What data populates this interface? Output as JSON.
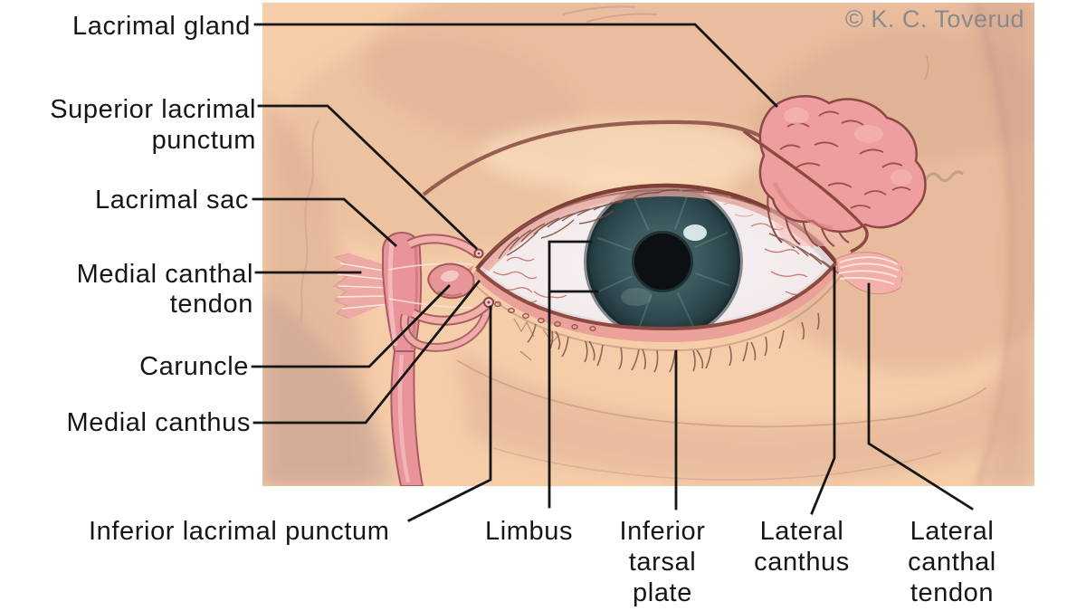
{
  "labels": {
    "lacrimal_gland": "Lacrimal gland",
    "superior_lacrimal_punctum": "Superior lacrimal\npunctum",
    "lacrimal_sac": "Lacrimal sac",
    "medial_canthal_tendon": "Medial canthal\ntendon",
    "caruncle": "Caruncle",
    "medial_canthus": "Medial canthus",
    "inferior_lacrimal_punctum": "Inferior lacrimal punctum",
    "limbus": "Limbus",
    "inferior_tarsal_plate": "Inferior\ntarsal\nplate",
    "lateral_canthus": "Lateral\ncanthus",
    "lateral_canthal_tendon": "Lateral\ncanthal\ntendon"
  },
  "copyright": "© K. C. Toverud",
  "palette": {
    "page_bg": "#ffffff",
    "ink": "#161616",
    "leader": "#161616",
    "copyright": "#8a8a8a",
    "skin": "#f5cda9",
    "skin_shadow": "#dcab90",
    "skin_deep_shadow": "#c9997f",
    "lid_line": "#8c4a42",
    "sclera": "#f4edee",
    "sclera_shadow": "#cfc2c8",
    "iris_teal": "#3c585c",
    "iris_dark_rim": "#1f3237",
    "pupil": "#0d1012",
    "vein_red": "#c4675e",
    "pink_structure": "#ee9e9e",
    "pink_outline": "#8e4747",
    "duct_pink": "#e9939a",
    "duct_outline": "#aa5c63",
    "tendon_pink": "#f2b0a9",
    "striation_white": "#fbe4dc",
    "lash_brown": "#6f4036"
  }
}
